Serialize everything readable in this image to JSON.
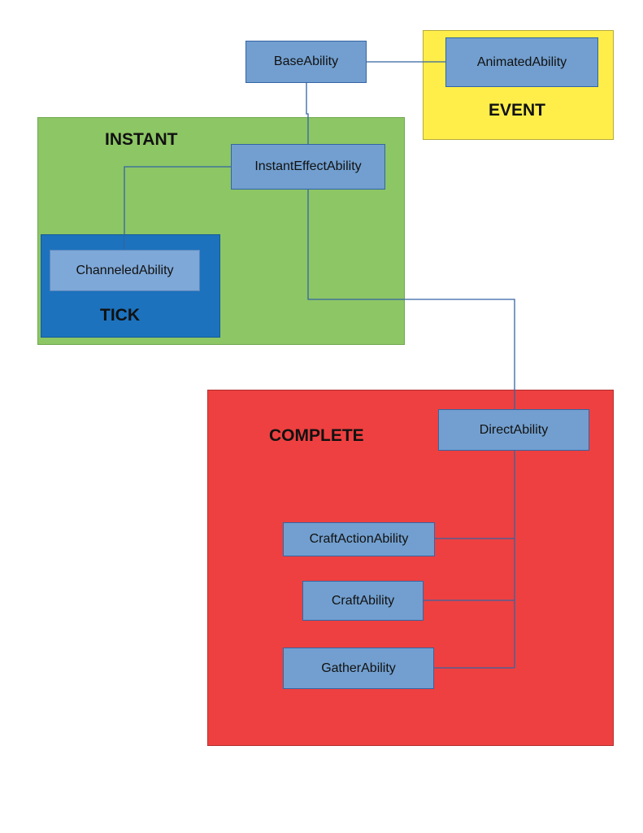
{
  "colors": {
    "instant": "#8dc665",
    "tick": "#1c72bd",
    "tick_inner": "#7ea8d8",
    "event": "#ffee4a",
    "complete": "#ee4040",
    "node": "#729fcf",
    "connector": "#3465a4"
  },
  "regions": {
    "instant": "INSTANT",
    "tick": "TICK",
    "event": "EVENT",
    "complete": "COMPLETE"
  },
  "nodes": {
    "base": "BaseAbility",
    "animated": "AnimatedAbility",
    "instant_effect": "InstantEffectAbility",
    "channeled": "ChanneledAbility",
    "direct": "DirectAbility",
    "craft_action": "CraftActionAbility",
    "craft": "CraftAbility",
    "gather": "GatherAbility"
  }
}
